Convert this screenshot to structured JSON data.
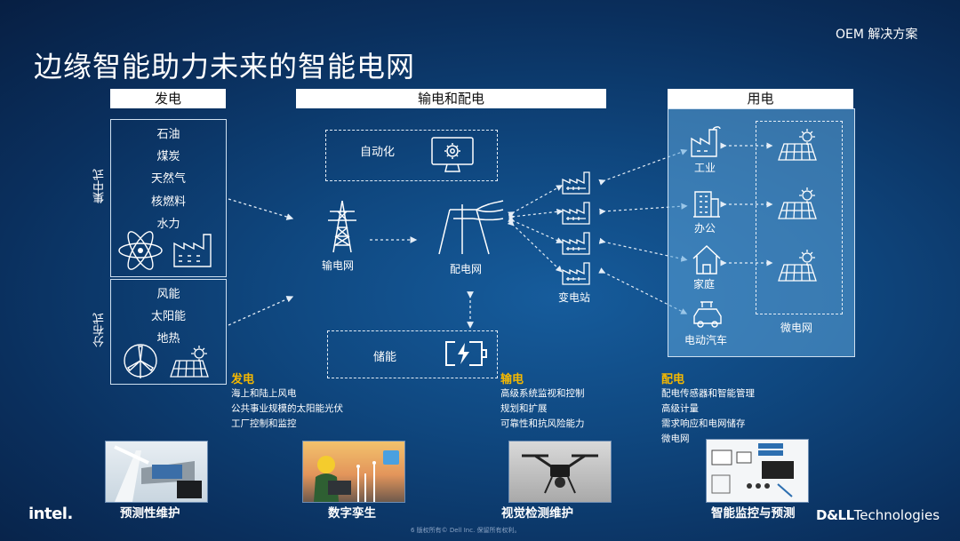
{
  "slide": {
    "title": "边缘智能助力未来的智能电网",
    "tag": "OEM 解决方案",
    "fine_print": "6       版权所有© Dell Inc. 保留所有权利。"
  },
  "columns": {
    "generation": "发电",
    "transmission": "输电和配电",
    "consumption": "用电"
  },
  "generation": {
    "centralized_label": "集中式",
    "centralized": [
      "石油",
      "煤炭",
      "天然气",
      "核燃料",
      "水力"
    ],
    "distributed_label": "分布式",
    "distributed": [
      "风能",
      "太阳能",
      "地热"
    ]
  },
  "grid": {
    "automation": "自动化",
    "transmission_grid": "输电网",
    "distribution_grid": "配电网",
    "storage": "储能",
    "substation": "变电站"
  },
  "consumption": {
    "industry": "工业",
    "office": "办公",
    "home": "家庭",
    "ev": "电动汽车",
    "microgrid": "微电网"
  },
  "sections": [
    {
      "title": "发电",
      "items": [
        "海上和陆上风电",
        "公共事业规模的太阳能光伏",
        "工厂控制和监控"
      ]
    },
    {
      "title": "输电",
      "items": [
        "高级系统监视和控制",
        "规划和扩展",
        "可靠性和抗风险能力"
      ]
    },
    {
      "title": "配电",
      "items": [
        "配电传感器和智能管理",
        "高级计量",
        "需求响应和电网储存",
        "微电网"
      ]
    }
  ],
  "use_cases": [
    "预测性维护",
    "数字孪生",
    "视觉检测维护",
    "智能监控与预测"
  ],
  "logos": {
    "intel": "intel.",
    "dell_a": "D&LL",
    "dell_b": "Technologies"
  },
  "colors": {
    "bg_center": "#165c9c",
    "bg_edge": "#071f43",
    "accent": "#f5b800",
    "line": "#e5eef7"
  }
}
